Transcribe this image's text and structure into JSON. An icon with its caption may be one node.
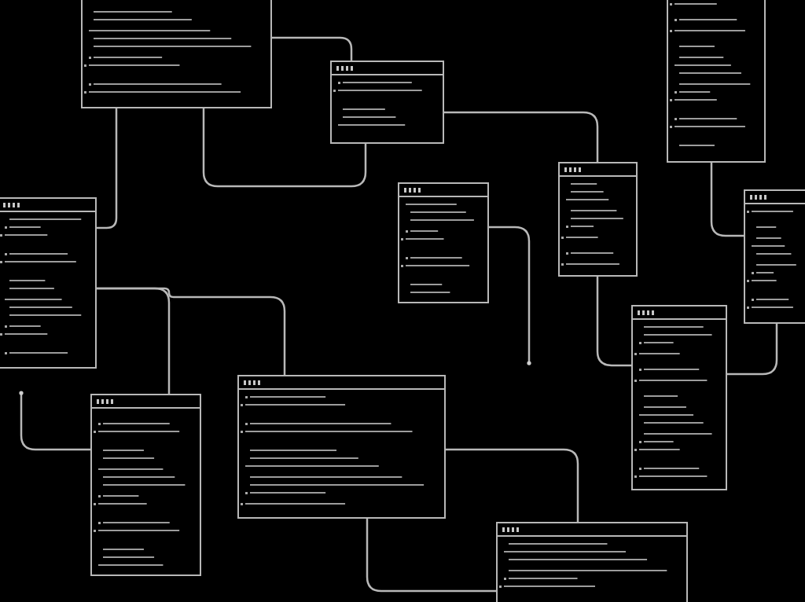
{
  "diagram": {
    "nodes": [
      {
        "text": [],
        "shape": "box"
      },
      {
        "text": [],
        "shape": "box"
      },
      {
        "text": [],
        "shape": "box"
      },
      {
        "text": [],
        "shape": "box"
      },
      {
        "text": [],
        "shape": "box"
      },
      {
        "text": [],
        "shape": "box"
      },
      {
        "text": [],
        "shape": "box"
      },
      {
        "text": [],
        "shape": "box"
      },
      {
        "text": [],
        "shape": "box"
      },
      {
        "text": [],
        "shape": "box"
      },
      {
        "text": [],
        "shape": "box"
      }
    ],
    "edges": [
      {
        "from": 0,
        "to": 1,
        "arrow": "none"
      },
      {
        "from": 0,
        "to": 3,
        "arrow": "none"
      },
      {
        "from": 0,
        "to": 1,
        "arrow": "none"
      },
      {
        "from": 1,
        "to": 5,
        "arrow": "none"
      },
      {
        "from": 5,
        "to": 9,
        "arrow": "none"
      },
      {
        "from": 2,
        "to": 6,
        "arrow": "none"
      },
      {
        "from": 6,
        "to": 9,
        "arrow": "none"
      },
      {
        "from": 3,
        "to": 7,
        "arrow": "none"
      },
      {
        "from": 3,
        "to": 8,
        "arrow": "none"
      },
      {
        "from": 8,
        "to": 10,
        "arrow": "none"
      },
      {
        "from": 8,
        "to": 10,
        "arrow": "none"
      },
      {
        "from": null,
        "to": 7,
        "arrow": "other"
      },
      {
        "from": 4,
        "to": null,
        "arrow": "other"
      }
    ]
  }
}
